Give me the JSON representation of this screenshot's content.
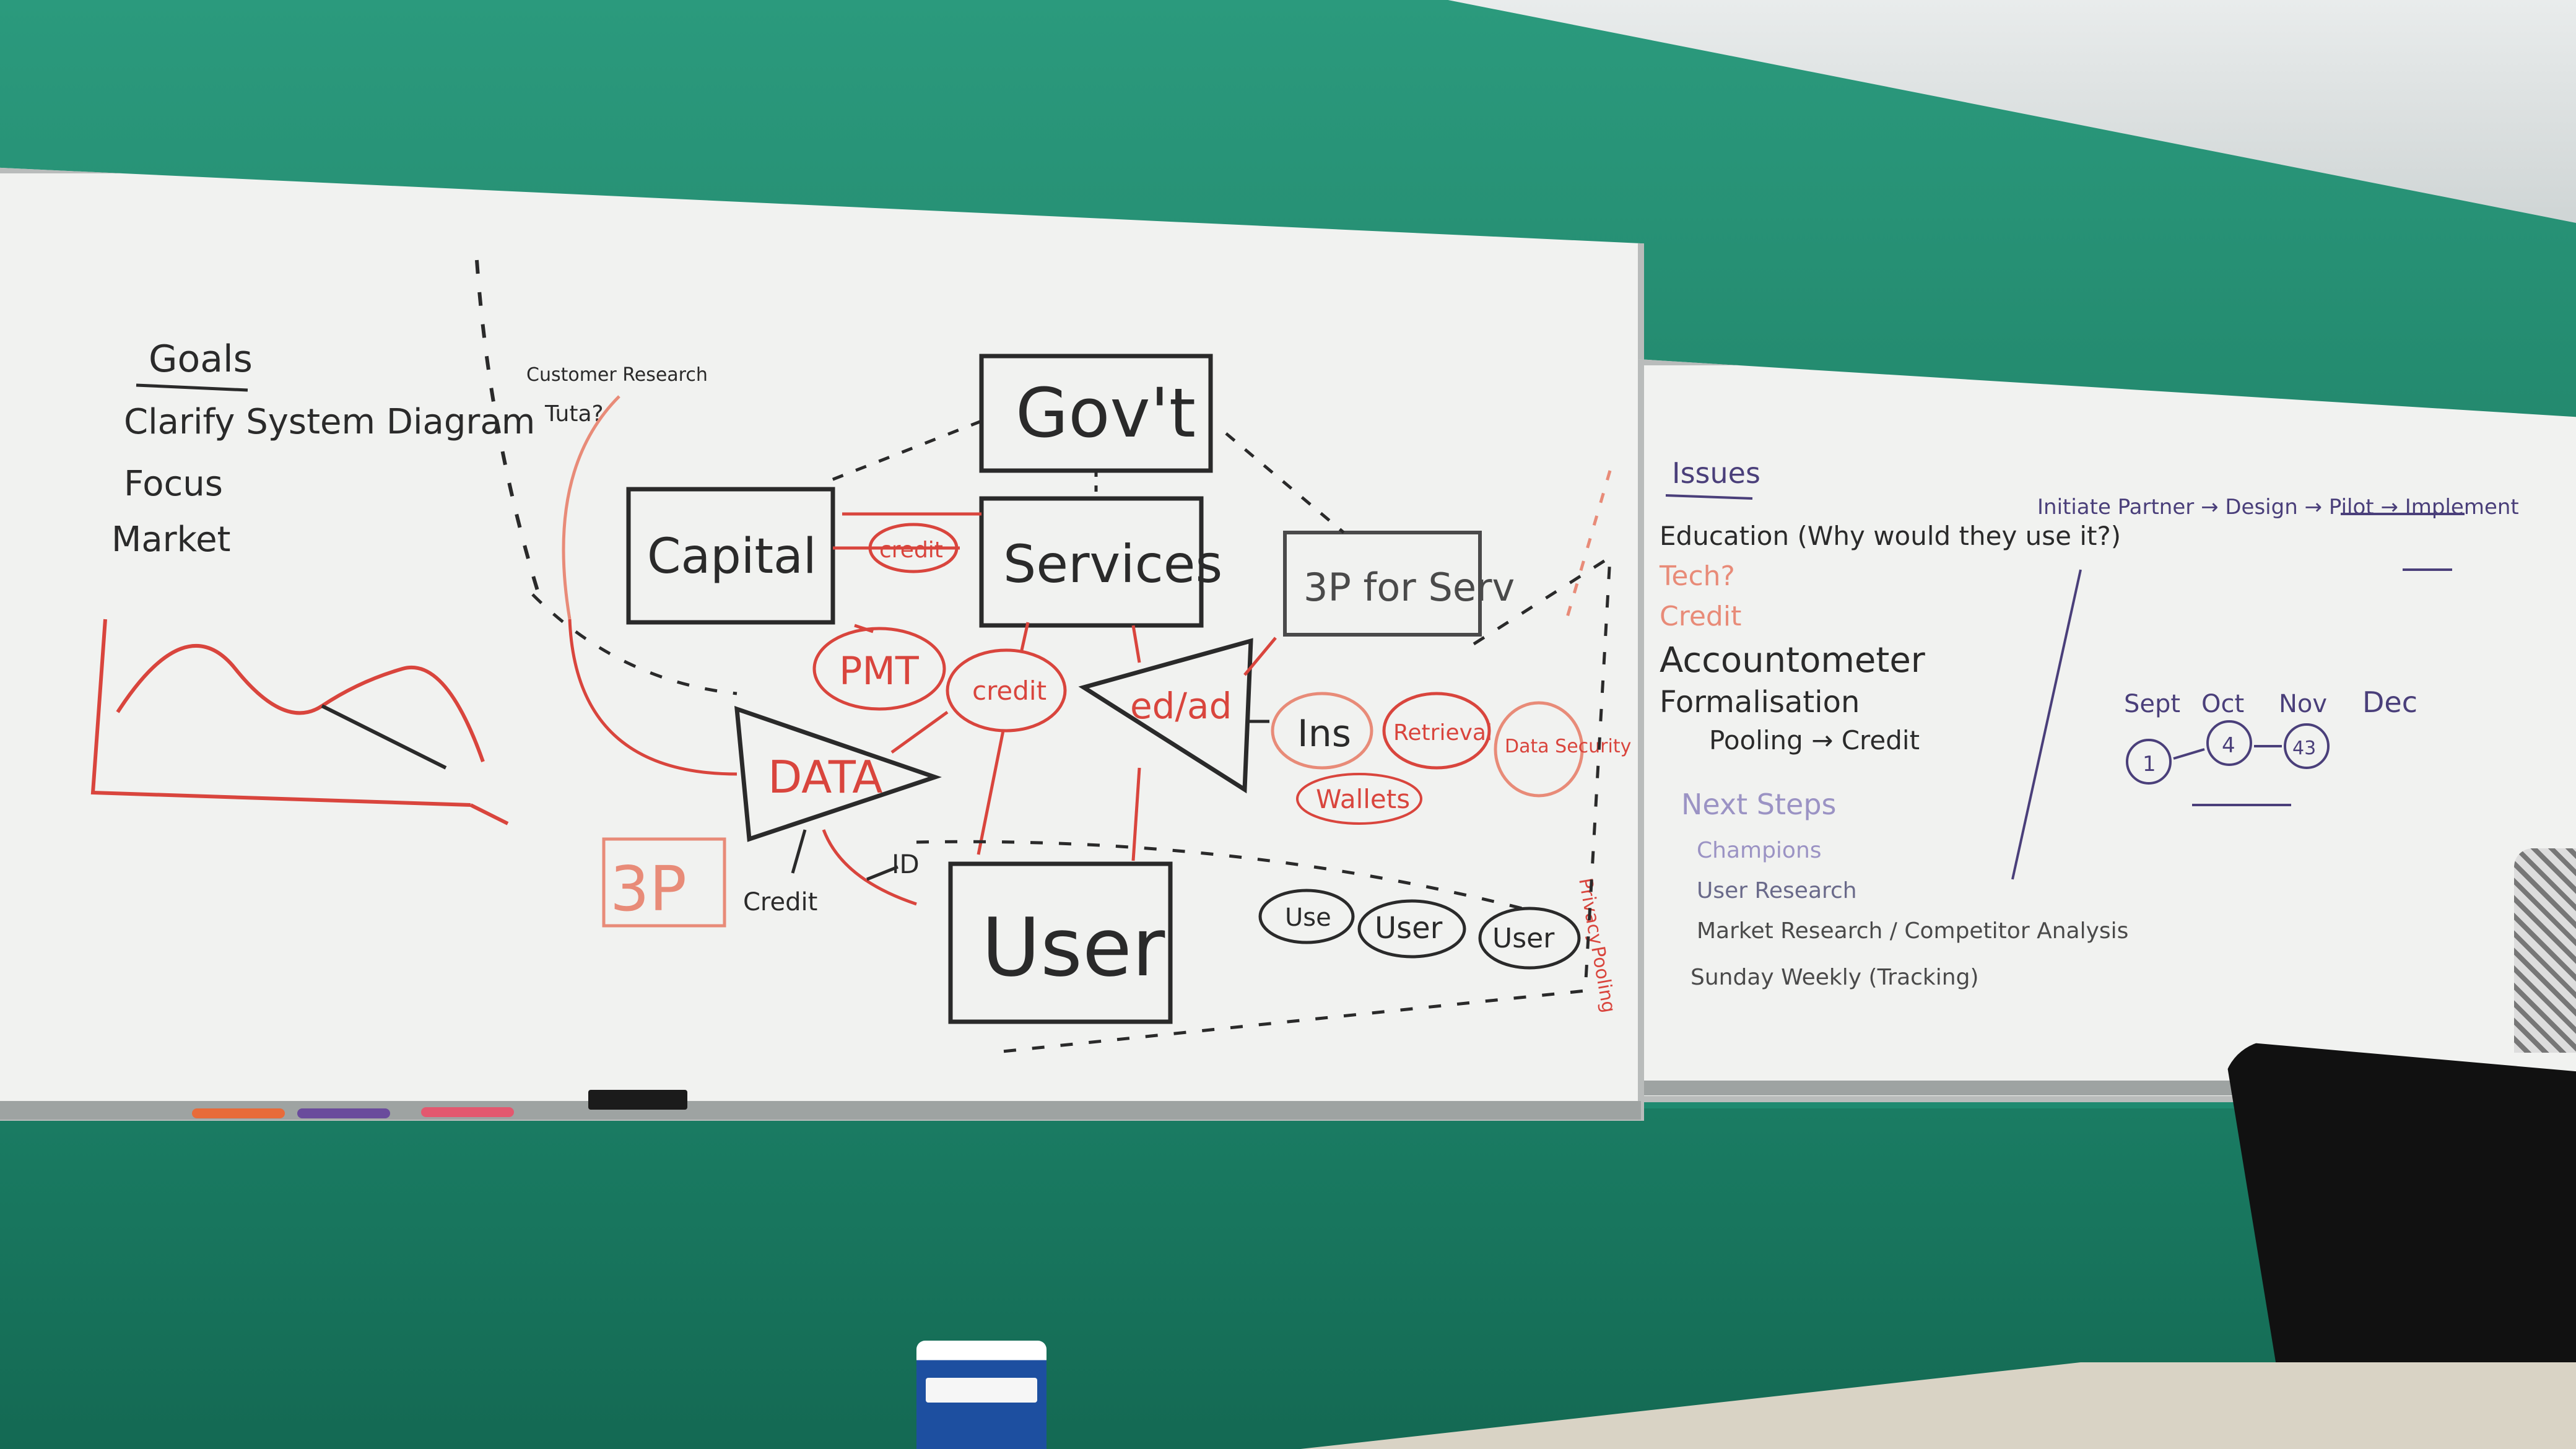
{
  "left_board": {
    "goals": {
      "title": "Goals",
      "items": [
        "Clarify System Diagram",
        "Focus",
        "Market"
      ]
    },
    "research_note": {
      "line1": "Customer Research",
      "line2": "Tuta?"
    },
    "nodes": {
      "govt": "Gov't",
      "capital": "Capital",
      "services": "Services",
      "third_party_serv": "3P for Serv",
      "data": "DATA",
      "user": "User",
      "third_party": "3P",
      "pmt": "PMT",
      "credit_upper": "credit",
      "credit_mid": "credit",
      "ed_ad": "ed/ad",
      "ins": "Ins",
      "retrieval": "Retrieval",
      "data_security": "Data Security",
      "wallets": "Wallets",
      "credit_small": "Credit",
      "id": "ID",
      "user_small_1": "Use",
      "user_small_2": "User",
      "user_small_3": "User"
    },
    "side_notes": [
      "Privacy",
      "Pooling"
    ]
  },
  "right_board": {
    "issues": {
      "title": "Issues",
      "items": [
        "Education (Why would they use it?)",
        "Tech?",
        "Credit",
        "Accountometer",
        "Formalisation",
        "Pooling → Credit"
      ]
    },
    "next_steps": {
      "title": "Next Steps",
      "items": [
        "Champions",
        "User Research",
        "Market Research / Competitor Analysis",
        "Sunday Weekly (Tracking)"
      ]
    },
    "timeline": {
      "header": "Initiate Partner → Design → Pilot → Implement",
      "months": [
        "Sept",
        "Oct",
        "Nov",
        "Dec"
      ],
      "counts": [
        "1",
        "4",
        "43"
      ]
    }
  },
  "colors": {
    "wall": "#1f8a70",
    "board": "#f1f2f0",
    "black_ink": "#2a2a2a",
    "red_ink": "#d9453d",
    "purple_ink": "#4a3f7a"
  }
}
